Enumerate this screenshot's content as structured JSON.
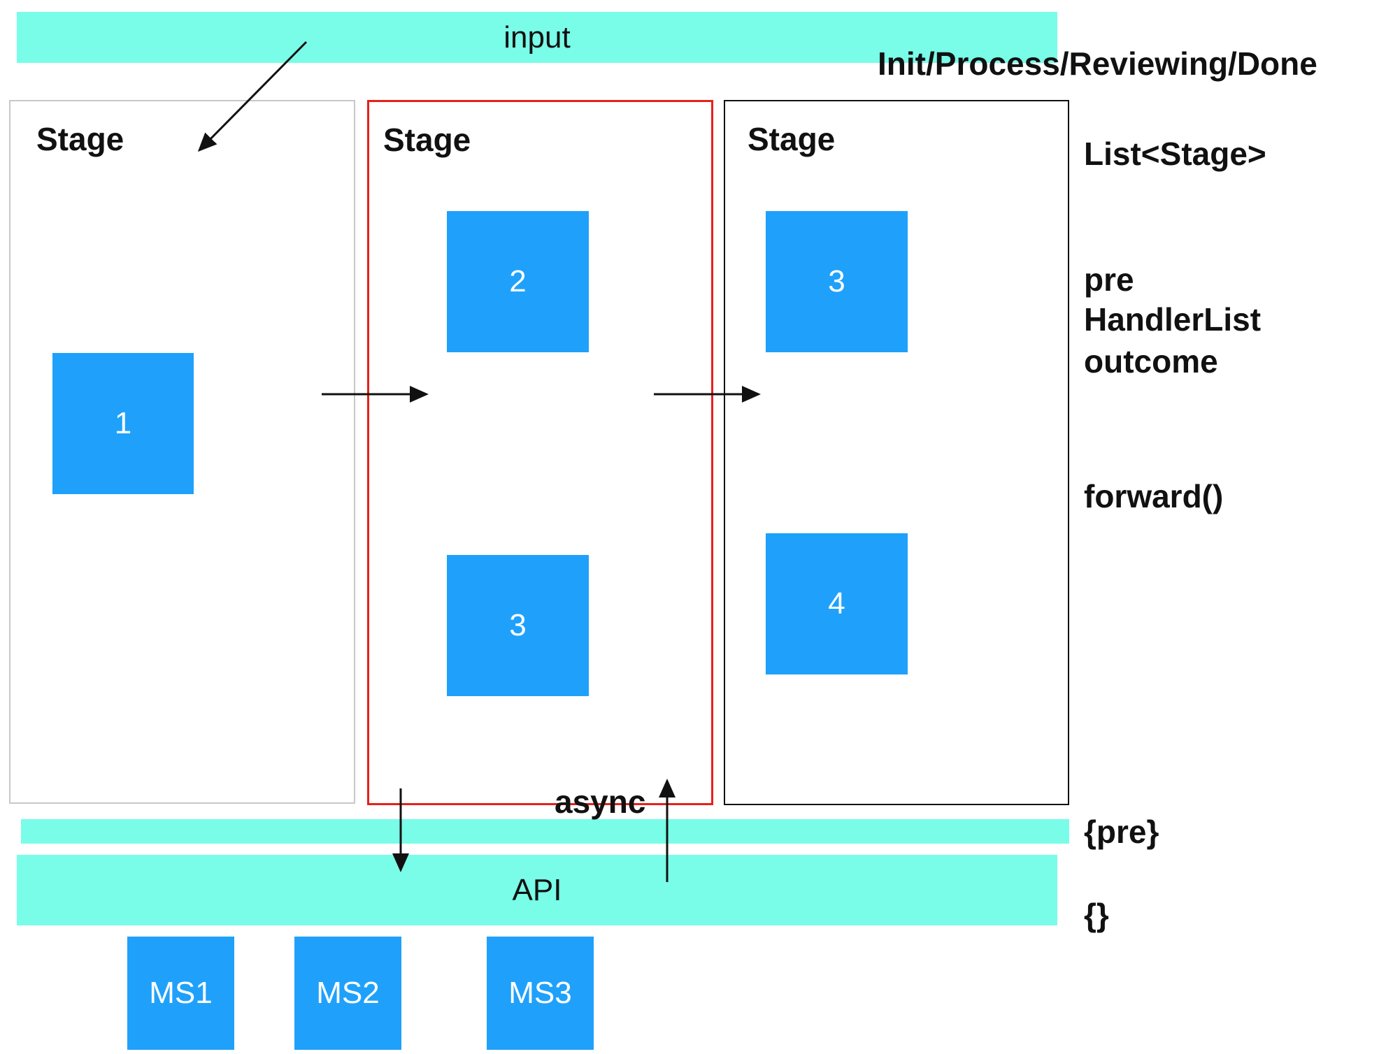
{
  "input_bar": {
    "label": "input"
  },
  "api_bar": {
    "label": "API"
  },
  "pre_bar": {
    "label": ""
  },
  "status_text": "Init/Process/Reviewing/Done",
  "stages": [
    {
      "title": "Stage",
      "nodes": [
        "1"
      ]
    },
    {
      "title": "Stage",
      "nodes": [
        "2",
        "3"
      ]
    },
    {
      "title": "Stage",
      "nodes": [
        "3",
        "4"
      ]
    }
  ],
  "side_labels": {
    "list": "List<Stage>",
    "pre": "pre",
    "handler_list": "HandlerList",
    "outcome": "outcome",
    "forward": "forward()",
    "pre_braces": "{pre}",
    "empty_braces": "{}"
  },
  "async_label": "async",
  "services": [
    "MS1",
    "MS2",
    "MS3"
  ],
  "colors": {
    "bar": "#79fde8",
    "node": "#1fa1fb",
    "highlight_border": "#e8201a"
  }
}
